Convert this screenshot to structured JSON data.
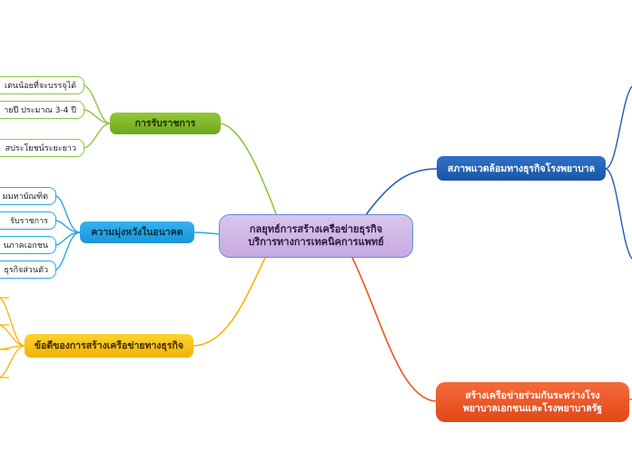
{
  "central": {
    "line1": "กลยุทธ์การสร้างเครือข่ายธุรกิจ",
    "line2": "บริการทางการเทคนิคการแพทย์"
  },
  "branches": {
    "civil_service": {
      "label": "การรับราชการ",
      "color": "#8cc63f",
      "leaves": [
        "เตนน้อยที่จะบรรจุได้",
        "ายปี ประมาณ 3-4 ปี",
        "สประโยชน์ระยะยาว"
      ]
    },
    "future_view": {
      "label": "ความมุ่งหวังในอนาคต",
      "color": "#29a8e6",
      "leaves": [
        "มมหาบัณฑิต",
        "รับราชการ",
        "นภาคเอกชน",
        "ธุรกิจส่วนตัว"
      ]
    },
    "advantages": {
      "label": "ข้อดีของการสร้างเครือข่ายทางธุรกิจ",
      "color": "#f7b500"
    },
    "environment": {
      "label": "สภาพแวดล้อมทางธุรกิจโรงพยาบาล",
      "color": "#1f5fb3"
    },
    "network": {
      "line1": "สร้างเครือข่ายร่วมกันระหว่างโรง",
      "line2": "พยาบาลเอกชนและโรงพยาบาลรัฐ",
      "color": "#f0541e"
    }
  }
}
